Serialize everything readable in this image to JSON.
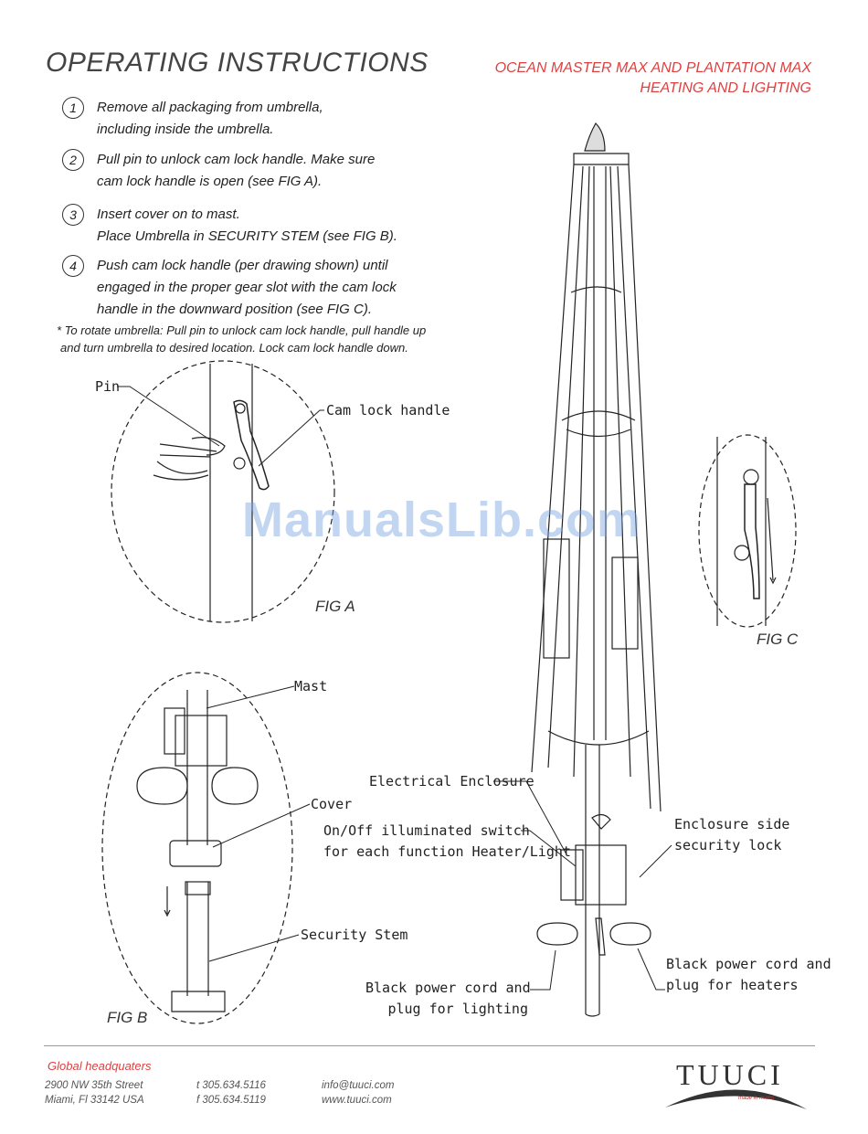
{
  "header": {
    "title": "OPERATING INSTRUCTIONS",
    "subtitle_line1": "OCEAN MASTER MAX AND PLANTATION MAX",
    "subtitle_line2": "HEATING AND LIGHTING"
  },
  "steps": [
    {
      "num": "1",
      "line1": "Remove all packaging from umbrella,",
      "line2": "including inside the umbrella.",
      "line3": ""
    },
    {
      "num": "2",
      "line1": "Pull pin to unlock cam lock handle. Make sure",
      "line2": "cam lock handle is open (see FIG A).",
      "line3": ""
    },
    {
      "num": "3",
      "line1": "Insert cover on to mast.",
      "line2": "Place Umbrella in SECURITY STEM (see FIG B).",
      "line3": ""
    },
    {
      "num": "4",
      "line1": "Push cam lock handle (per drawing shown) until",
      "line2": "engaged in the proper gear slot with the cam lock",
      "line3": "handle in the downward position (see FIG C)."
    }
  ],
  "note": {
    "line1": "* To rotate umbrella: Pull pin to unlock cam lock handle, pull handle up",
    "line2": "and turn umbrella to desired location. Lock cam lock handle down."
  },
  "figures": {
    "fig_a": "FIG A",
    "fig_b": "FIG B",
    "fig_c": "FIG C"
  },
  "callouts": {
    "pin": "Pin",
    "cam_lock_handle": "Cam lock handle",
    "mast": "Mast",
    "cover": "Cover",
    "security_stem": "Security Stem",
    "electrical_enclosure": "Electrical Enclosure",
    "switch_line1": "On/Off illuminated switch",
    "switch_line2": "for each function Heater/Light",
    "side_lock_line1": "Enclosure side",
    "side_lock_line2": "security lock",
    "cord_light_line1": "Black power cord and",
    "cord_light_line2": "plug for lighting",
    "cord_heat_line1": "Black power cord and",
    "cord_heat_line2": "plug for heaters"
  },
  "watermark": "ManualsLib.com",
  "footer": {
    "hq_label": "Global headquaters",
    "address_line1": "2900 NW 35th Street",
    "address_line2": "Miami, Fl 33142 USA",
    "phone": "t 305.634.5116",
    "fax": "f 305.634.5119",
    "email": "info@tuuci.com",
    "web": "www.tuuci.com",
    "brand": "TUUCI",
    "tagline": "made in miami"
  },
  "colors": {
    "accent_red": "#e04040",
    "line": "#222222",
    "watermark": "#78a5e1"
  }
}
